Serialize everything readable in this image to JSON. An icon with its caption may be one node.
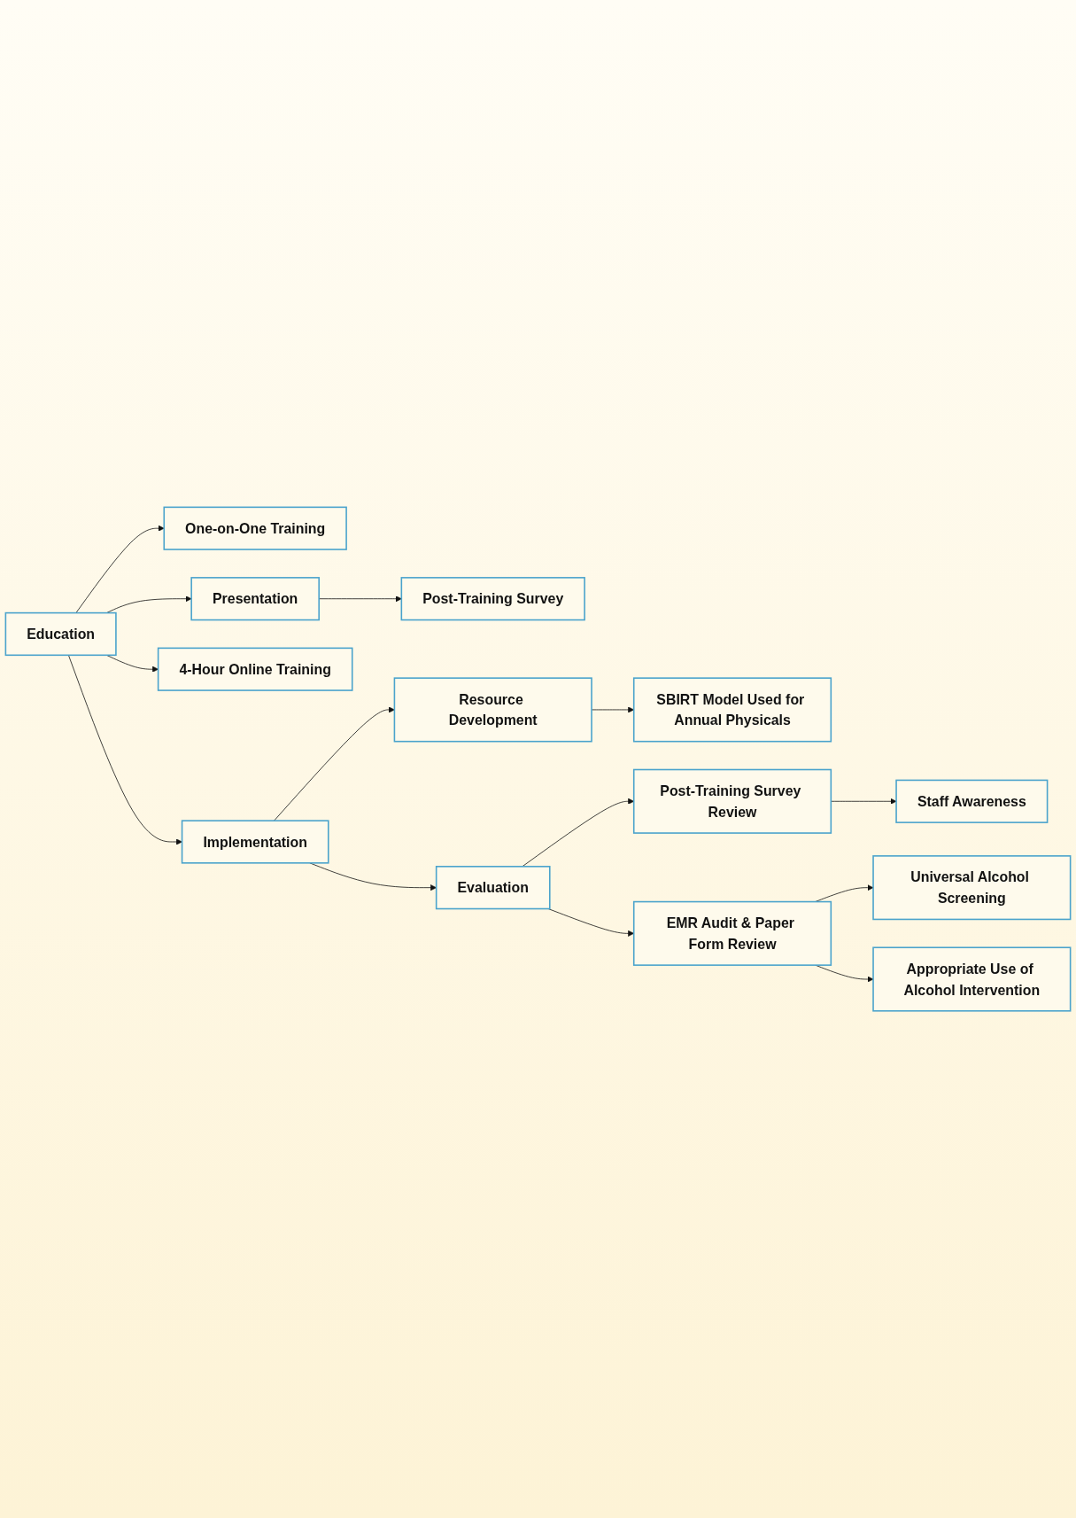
{
  "diagram": {
    "nodes": [
      {
        "text": [
          "Education"
        ]
      },
      {
        "text": [
          "One-on-One Training"
        ]
      },
      {
        "text": [
          "Presentation"
        ]
      },
      {
        "text": [
          "Post-Training Survey"
        ]
      },
      {
        "text": [
          "4-Hour Online Training"
        ]
      },
      {
        "text": [
          "Implementation"
        ]
      },
      {
        "text": [
          "Resource Development"
        ]
      },
      {
        "text": [
          "SBIRT Model Used for Annual Physicals"
        ]
      },
      {
        "text": [
          "Post-Training Survey Review"
        ]
      },
      {
        "text": [
          "Staff Awareness"
        ]
      },
      {
        "text": [
          "Evaluation"
        ]
      },
      {
        "text": [
          "EMR Audit & Paper Form Review"
        ]
      },
      {
        "text": [
          "Universal Alcohol Screening"
        ]
      },
      {
        "text": [
          "Appropriate Use of Alcohol Intervention"
        ]
      }
    ],
    "edges": [
      {
        "from": 0,
        "to": 1,
        "arrow": "to"
      },
      {
        "from": 0,
        "to": 2,
        "arrow": "to"
      },
      {
        "from": 0,
        "to": 4,
        "arrow": "to"
      },
      {
        "from": 2,
        "to": 3,
        "arrow": "to"
      },
      {
        "from": 0,
        "to": 5,
        "arrow": "to"
      },
      {
        "from": 5,
        "to": 6,
        "arrow": "to"
      },
      {
        "from": 6,
        "to": 7,
        "arrow": "to"
      },
      {
        "from": 5,
        "to": 10,
        "arrow": "to"
      },
      {
        "from": 10,
        "to": 8,
        "arrow": "to"
      },
      {
        "from": 8,
        "to": 9,
        "arrow": "to"
      },
      {
        "from": 10,
        "to": 11,
        "arrow": "to"
      },
      {
        "from": 11,
        "to": 12,
        "arrow": "to"
      },
      {
        "from": 11,
        "to": 13,
        "arrow": "to"
      }
    ]
  }
}
